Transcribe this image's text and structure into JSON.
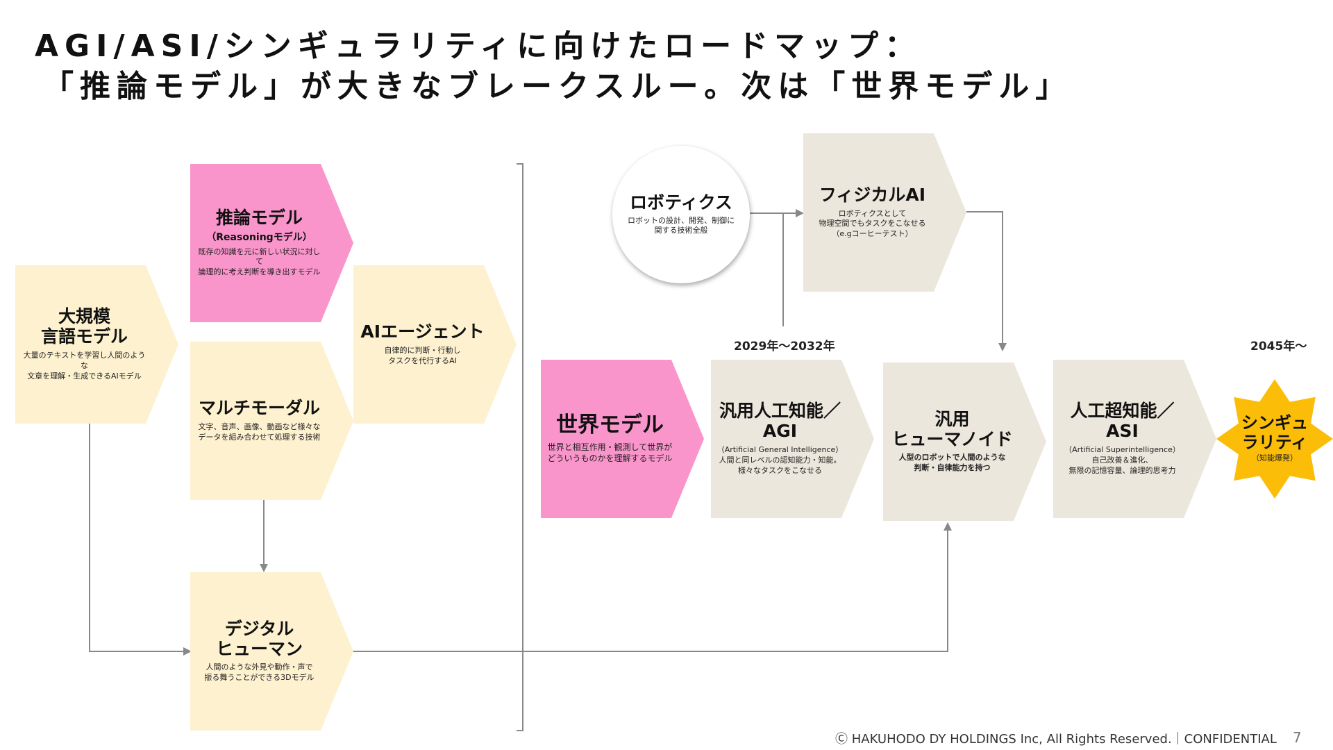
{
  "title": {
    "line1": "AGI/ASI/シンギュラリティに向けたロードマップ：",
    "line2": "「推論モデル」が大きなブレークスルー。次は「世界モデル」"
  },
  "nodes": {
    "llm": {
      "title_l1": "大規模",
      "title_l2": "言語モデル",
      "desc_l1": "大量のテキストを学習し人間のような",
      "desc_l2": "文章を理解・生成できるAIモデル"
    },
    "reasoning": {
      "title": "推論モデル",
      "sub": "（Reasoningモデル）",
      "desc_l1": "既存の知識を元に新しい状況に対して",
      "desc_l2": "論理的に考え判断を導き出すモデル"
    },
    "multimodal": {
      "title": "マルチモーダル",
      "desc_l1": "文字、音声、画像、動画など様々な",
      "desc_l2": "データを組み合わせて処理する技術"
    },
    "agent": {
      "title": "AIエージェント",
      "desc_l1": "自律的に判断・行動し",
      "desc_l2": "タスクを代行するAI"
    },
    "digital_human": {
      "title_l1": "デジタル",
      "title_l2": "ヒューマン",
      "desc_l1": "人間のような外見や動作・声で",
      "desc_l2": "振る舞うことができる3Dモデル"
    },
    "robotics": {
      "title": "ロボティクス",
      "desc_l1": "ロボットの設計、開発、制御に",
      "desc_l2": "関する技術全般"
    },
    "physical_ai": {
      "title": "フィジカルAI",
      "desc_l1": "ロボティクスとして",
      "desc_l2": "物理空間でもタスクをこなせる",
      "desc_l3": "（e.gコーヒーテスト）"
    },
    "world_model": {
      "title": "世界モデル",
      "desc_l1": "世界と相互作用・観測して世界が",
      "desc_l2": "どういうものかを理解するモデル"
    },
    "agi": {
      "title_l1": "汎用人工知能／",
      "title_l2": "AGI",
      "desc_l1": "（Artificial General Intelligence）",
      "desc_l2": "人間と同レベルの認知能力・知能。",
      "desc_l3": "様々なタスクをこなせる"
    },
    "humanoid": {
      "title_l1": "汎用",
      "title_l2": "ヒューマノイド",
      "desc_l1": "人型のロボットで人間のような",
      "desc_l2": "判断・自律能力を持つ"
    },
    "asi": {
      "title_l1": "人工超知能／",
      "title_l2": "ASI",
      "desc_l1": "（Artificial Superintelligence）",
      "desc_l2": "自己改善＆進化、",
      "desc_l3": "無限の記憶容量、論理的思考力"
    },
    "singularity": {
      "title_l1": "シンギュ",
      "title_l2": "ラリティ",
      "sub": "（知能爆発）"
    }
  },
  "timeline": {
    "year1": "2029年～2032年",
    "year2": "2045年～"
  },
  "colors": {
    "cream": "#fdf1cf",
    "pink": "#f995cb",
    "gray": "#ece7dc",
    "gold": "#fbbd08",
    "line": "#888888"
  },
  "footer": {
    "copyright": "Ⓒ HAKUHODO DY HOLDINGS Inc, All Rights Reserved.｜CONFIDENTIAL",
    "page": "7"
  }
}
